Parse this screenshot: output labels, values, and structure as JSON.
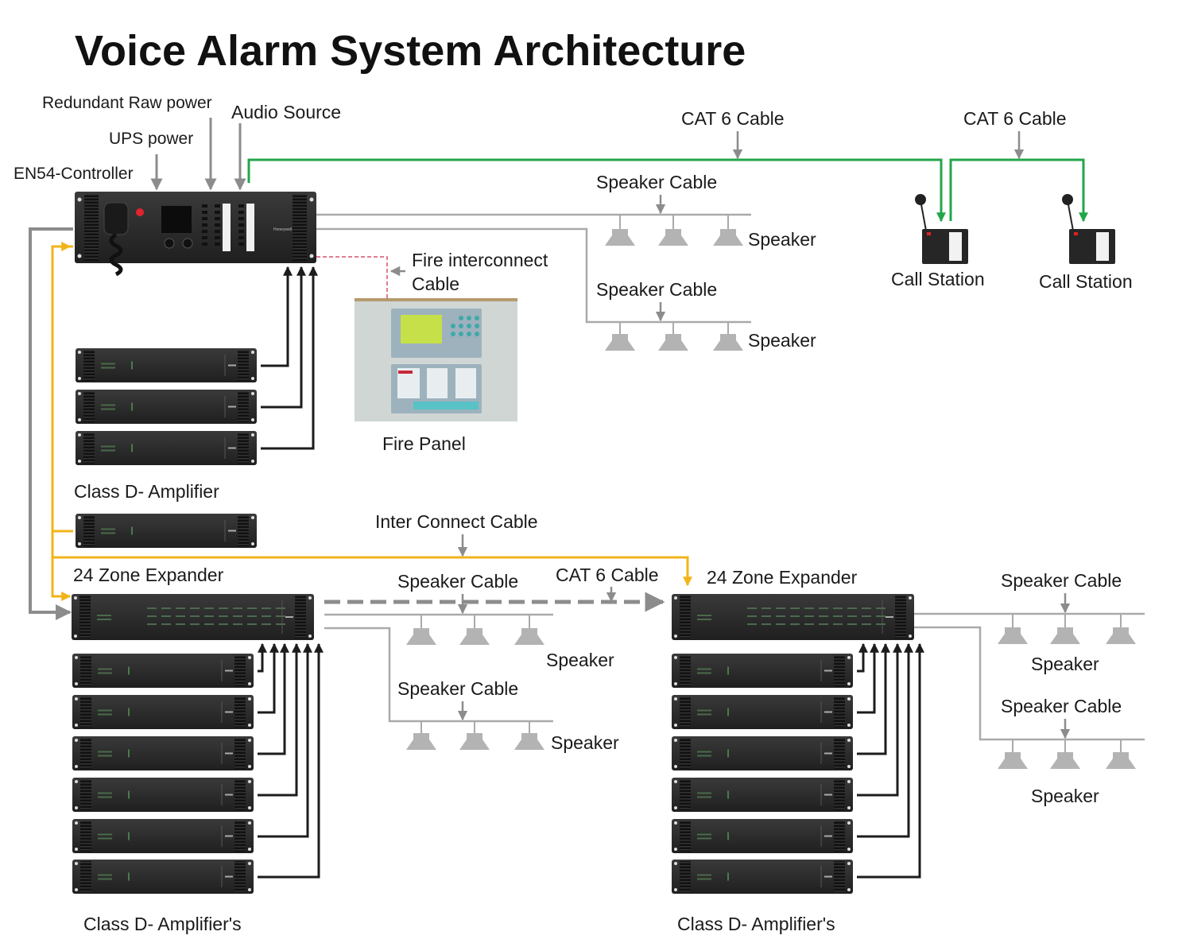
{
  "title": "Voice Alarm System Architecture",
  "colors": {
    "cat6_green": "#22a64a",
    "interconnect_yellow": "#f2b418",
    "speaker_cable_gray": "#aaaaaa",
    "arrow_gray": "#8c8c8c",
    "amp_link_black": "#1c1c1c",
    "fire_dashed_red": "#d9506a",
    "device_body": "#2b2b2b",
    "speaker_gray": "#b3b3b3"
  },
  "labels": {
    "redundant_power": "Redundant Raw  power",
    "audio_source": "Audio Source",
    "ups_power": "UPS power",
    "en54_controller": "EN54-Controller",
    "cat6_top_1": "CAT 6 Cable",
    "cat6_top_2": "CAT 6 Cable",
    "speaker_cable_top_1": "Speaker Cable",
    "speaker_cable_top_2": "Speaker Cable",
    "speaker_top_1": "Speaker",
    "speaker_top_2": "Speaker",
    "fire_interconnect_line1": "Fire interconnect",
    "fire_interconnect_line2": "Cable",
    "fire_panel": "Fire Panel",
    "call_station_1": "Call Station",
    "call_station_2": "Call Station",
    "class_d_amplifier": "Class D- Amplifier",
    "inter_connect_cable": "Inter Connect Cable",
    "zone_expander_left": "24 Zone Expander",
    "zone_expander_right": "24 Zone Expander",
    "speaker_cable_mid_1": "Speaker Cable",
    "speaker_cable_mid_2": "Speaker Cable",
    "cat6_mid": "CAT 6 Cable",
    "speaker_mid_1": "Speaker",
    "speaker_mid_2": "Speaker",
    "speaker_cable_right_1": "Speaker Cable",
    "speaker_cable_right_2": "Speaker Cable",
    "speaker_right_1": "Speaker",
    "speaker_right_2": "Speaker",
    "amplifiers_left": "Class D- Amplifier's",
    "amplifiers_right": "Class D- Amplifier's"
  },
  "devices": {
    "controller_brand": "Honeywell",
    "top_amplifier_count": 3,
    "bottom_amplifier_count_per_expander": 6,
    "call_station_count": 2,
    "speakers_per_line": 3
  }
}
